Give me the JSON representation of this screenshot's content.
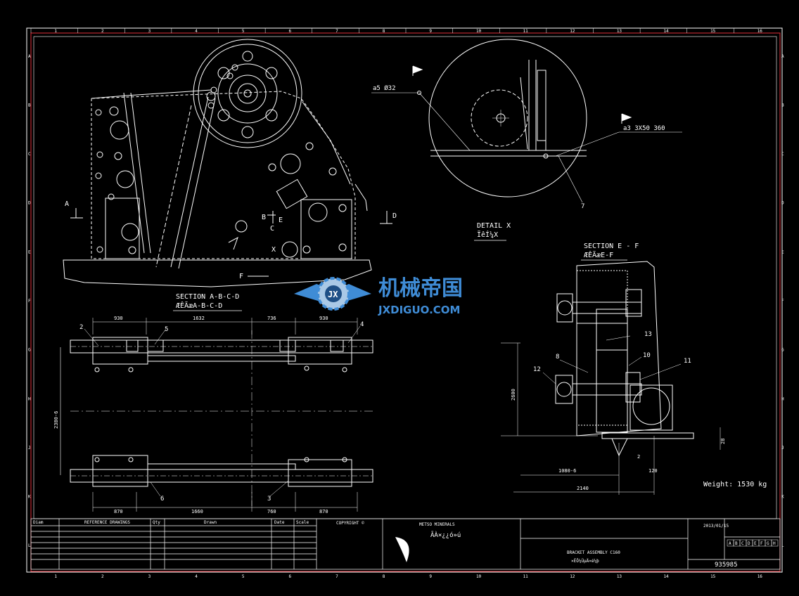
{
  "watermark": {
    "cn": "机械帝国",
    "en": "JXDIGUO.COM"
  },
  "views": {
    "section_abcd": {
      "title": "SECTION A-B-C-D",
      "subtitle": "ÆÊÃæA-B-C-D"
    },
    "detail_x": {
      "title": "DETAIL X",
      "subtitle": "ÏêÍ¼X"
    },
    "section_ef": {
      "title": "SECTION E - F",
      "subtitle": "ÆÊÃæE-F"
    }
  },
  "section_marks": [
    "A",
    "B",
    "C",
    "D",
    "E",
    "F",
    "X"
  ],
  "weld_symbols": [
    "a5 Ø32",
    "a3 3X50 360"
  ],
  "balloons": [
    "2",
    "5",
    "4",
    "6",
    "3",
    "7",
    "8",
    "10",
    "11",
    "12",
    "13"
  ],
  "dimensions": {
    "top": [
      "930",
      "1632",
      "736",
      "930"
    ],
    "bottom": [
      "870",
      "1660",
      "760",
      "870"
    ],
    "vertical": "2380-6",
    "section_ef": [
      "2600",
      "1080-6",
      "2140",
      "120",
      "2",
      "28"
    ]
  },
  "weight": "Weight: 1530 kg",
  "title_block": {
    "designation": "BRACKET ASSEMBLY C160",
    "designation_cn": "×ÊÔ¼ÜµÄ×é¼þ",
    "drawing_number": "935985",
    "company": "METSO MINERALS",
    "company_cn": "ÃÀ×¿¿ó»ú",
    "copyright": "COPYRIGHT ©",
    "date": "2013/01/15",
    "sheets": [
      "A",
      "B",
      "C",
      "D",
      "E",
      "F",
      "G",
      "H"
    ],
    "columns": [
      "Diam",
      "REFERENCE DRAWINGS",
      "Qty",
      "Drawn",
      "Date",
      "Scale"
    ]
  },
  "frame": {
    "col_numbers": [
      "1",
      "2",
      "3",
      "4",
      "5",
      "6",
      "7",
      "8",
      "9",
      "10",
      "11",
      "12",
      "13",
      "14",
      "15",
      "16"
    ],
    "row_letters": [
      "A",
      "B",
      "C",
      "D",
      "E",
      "F",
      "G",
      "H",
      "J",
      "K",
      "L"
    ]
  }
}
